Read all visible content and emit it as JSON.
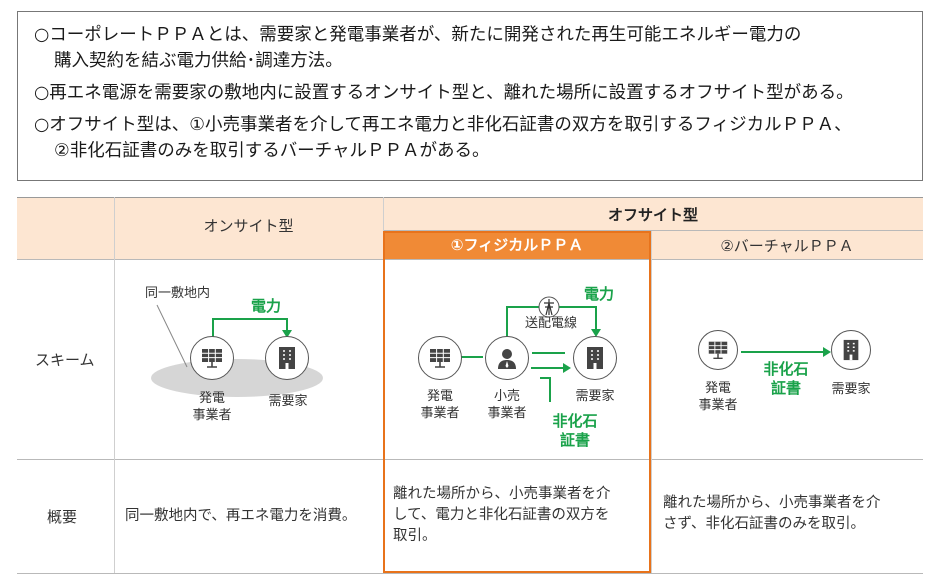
{
  "summary": {
    "b1_line1": "○コーポレートＰＰＡとは、需要家と発電事業者が、新たに開発された再生可能エネルギー電力の",
    "b1_line2": "購入契約を結ぶ電力供給･調達方法。",
    "b2": "○再エネ電源を需要家の敷地内に設置するオンサイト型と、離れた場所に設置するオフサイト型がある。",
    "b3_line1": "○オフサイト型は、①小売事業者を介して再エネ電力と非化石証書の双方を取引するフィジカルＰＰＡ、",
    "b3_line2": "②非化石証書のみを取引するバーチャルＰＰＡがある。"
  },
  "table": {
    "col_onsite": "オンサイト型",
    "col_offsite": "オフサイト型",
    "col_physical": "①フィジカルＰＰＡ",
    "col_virtual": "②バーチャルＰＰＡ",
    "row_scheme": "スキーム",
    "row_overview": "概要",
    "overview_onsite": "同一敷地内で、再エネ電力を消費。",
    "overview_physical": [
      "離れた場所から、小売事業者を介",
      "して、電力と非化石証書の双方を",
      "取引。"
    ],
    "overview_virtual": [
      "離れた場所から、小売事業者を介",
      "さず、非化石証書のみを取引。"
    ]
  },
  "diagram_onsite": {
    "site_label": "同一敷地内",
    "power_label": "電力",
    "generator_label": [
      "発電",
      "事業者"
    ],
    "consumer_label": "需要家",
    "generator_icon": "solar-panel-icon",
    "consumer_icon": "building-icon"
  },
  "diagram_physical": {
    "power_label": "電力",
    "grid_label": "送配電線",
    "generator_label": [
      "発電",
      "事業者"
    ],
    "retailer_label": [
      "小売",
      "事業者"
    ],
    "consumer_label": "需要家",
    "certificate_label": [
      "非化石",
      "証書"
    ],
    "grid_icon": "transmission-tower-icon",
    "retailer_icon": "person-icon"
  },
  "diagram_virtual": {
    "certificate_label": [
      "非化石",
      "証書"
    ],
    "generator_label": [
      "発電",
      "事業者"
    ],
    "consumer_label": "需要家"
  },
  "colors": {
    "accent_orange": "#e8731b",
    "header_bg": "#fde6d2",
    "flow_green": "#1aa24a"
  }
}
